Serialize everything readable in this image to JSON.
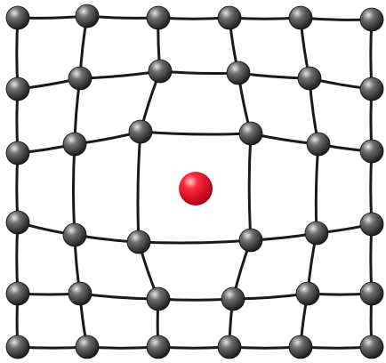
{
  "diagram": {
    "type": "crystal-lattice-with-interstitial-defect",
    "colors": {
      "bond": "#1a1a1a",
      "atom_dark": "#1e1e1e",
      "atom_mid": "#6f6f6f",
      "atom_highlight": "#e6e6e6",
      "impurity_dark": "#b00018",
      "impurity_mid": "#ff2a3c",
      "impurity_highlight": "#ffd0d4"
    },
    "grid": {
      "rows": 6,
      "cols": 6
    },
    "impurity": {
      "kind": "interstitial-atom",
      "position": "center"
    }
  }
}
